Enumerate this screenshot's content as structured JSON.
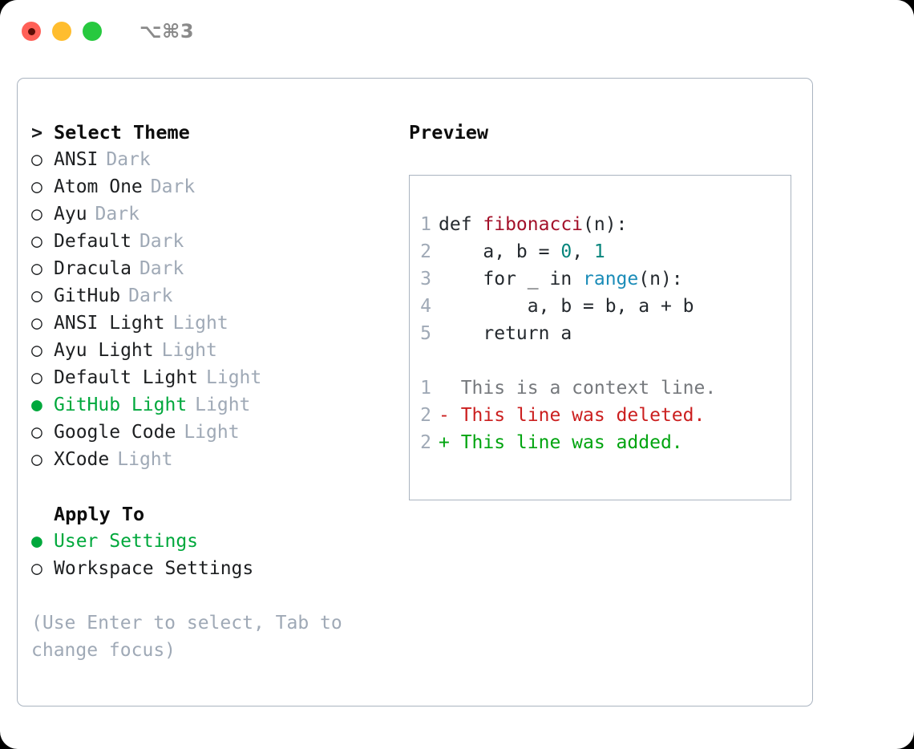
{
  "titlebar": {
    "shortcut": "⌥⌘3",
    "buttons": [
      {
        "name": "close",
        "color": "#ff6057"
      },
      {
        "name": "minimize",
        "color": "#ffbd2e"
      },
      {
        "name": "maximize",
        "color": "#27c93f"
      }
    ]
  },
  "theme_section": {
    "prefix": ">",
    "title": "Select Theme",
    "items": [
      {
        "marker": "○",
        "label": "ANSI",
        "tag": "Dark",
        "selected": false
      },
      {
        "marker": "○",
        "label": "Atom One",
        "tag": "Dark",
        "selected": false
      },
      {
        "marker": "○",
        "label": "Ayu",
        "tag": "Dark",
        "selected": false
      },
      {
        "marker": "○",
        "label": "Default",
        "tag": "Dark",
        "selected": false
      },
      {
        "marker": "○",
        "label": "Dracula",
        "tag": "Dark",
        "selected": false
      },
      {
        "marker": "○",
        "label": "GitHub",
        "tag": "Dark",
        "selected": false
      },
      {
        "marker": "○",
        "label": "ANSI Light",
        "tag": "Light",
        "selected": false
      },
      {
        "marker": "○",
        "label": "Ayu Light",
        "tag": "Light",
        "selected": false
      },
      {
        "marker": "○",
        "label": "Default Light",
        "tag": "Light",
        "selected": false
      },
      {
        "marker": "●",
        "label": "GitHub Light",
        "tag": "Light",
        "selected": true
      },
      {
        "marker": "○",
        "label": "Google Code",
        "tag": "Light",
        "selected": false
      },
      {
        "marker": "○",
        "label": "XCode",
        "tag": "Light",
        "selected": false
      }
    ]
  },
  "apply_section": {
    "title": "Apply To",
    "items": [
      {
        "marker": "●",
        "label": "User Settings",
        "selected": true
      },
      {
        "marker": "○",
        "label": "Workspace Settings",
        "selected": false
      }
    ]
  },
  "hint": "(Use Enter to select, Tab to change focus)",
  "preview": {
    "title": "Preview",
    "code_lines": [
      {
        "no": "1",
        "tokens": [
          {
            "t": "def ",
            "c": "plain"
          },
          {
            "t": "fibonacci",
            "c": "fn"
          },
          {
            "t": "(n):",
            "c": "plain"
          }
        ]
      },
      {
        "no": "2",
        "tokens": [
          {
            "t": "    a, b = ",
            "c": "plain"
          },
          {
            "t": "0",
            "c": "num"
          },
          {
            "t": ", ",
            "c": "plain"
          },
          {
            "t": "1",
            "c": "num"
          }
        ]
      },
      {
        "no": "3",
        "tokens": [
          {
            "t": "    for _ in ",
            "c": "plain"
          },
          {
            "t": "range",
            "c": "call"
          },
          {
            "t": "(n):",
            "c": "plain"
          }
        ]
      },
      {
        "no": "4",
        "tokens": [
          {
            "t": "        a, b = b, a + b",
            "c": "plain"
          }
        ]
      },
      {
        "no": "5",
        "tokens": [
          {
            "t": "    return a",
            "c": "plain"
          }
        ]
      }
    ],
    "diff_lines": [
      {
        "no": "1",
        "text": "  This is a context line.",
        "kind": "ctx"
      },
      {
        "no": "2",
        "text": "- This line was deleted.",
        "kind": "del"
      },
      {
        "no": "2",
        "text": "+ This line was added.",
        "kind": "add"
      }
    ]
  },
  "colors": {
    "accent_green": "#00a83c",
    "muted_gray": "#9fa9b6",
    "border": "#aab4c0",
    "keyword_fn": "#a3112a",
    "number": "#07857c",
    "builtin": "#1b8cb8",
    "diff_add": "#00a40f",
    "diff_del": "#cb1f1f",
    "diff_ctx": "#76797d"
  }
}
